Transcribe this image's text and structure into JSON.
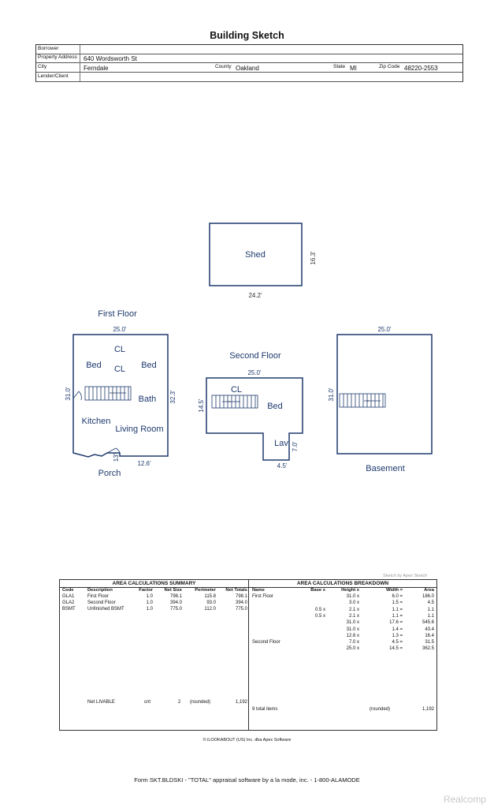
{
  "header": {
    "title": "Building Sketch",
    "borrower_label": "Borrower",
    "borrower": "",
    "address_label": "Property Address",
    "address": "640 Wordsworth St",
    "city_label": "City",
    "city": "Ferndale",
    "county_label": "County",
    "county": "Oakland",
    "state_label": "State",
    "state": "MI",
    "zip_label": "Zip Code",
    "zip": "48220-2553",
    "lender_label": "Lender/Client",
    "lender": ""
  },
  "sketch": {
    "shed": {
      "name": "Shed",
      "width": "24.2'",
      "depth": "16.3'"
    },
    "first_floor": {
      "title": "First Floor",
      "top": "25.0'",
      "left": "31.0'",
      "right": "32.3'",
      "bottom": "12.6'",
      "porch_dim": "13'",
      "rooms": [
        "CL",
        "Bed",
        "CL",
        "Bed",
        "Bath",
        "Kitchen",
        "Living Room"
      ],
      "porch": "Porch"
    },
    "second_floor": {
      "title": "Second Floor",
      "top": "25.0'",
      "left": "14.5'",
      "lav_w": "4.5'",
      "lav_d": "7.0'",
      "rooms": [
        "CL",
        "Bed",
        "Lav"
      ]
    },
    "basement": {
      "title": "Basement",
      "top": "25.0'",
      "left": "31.0'"
    }
  },
  "credit": "Sketch by Apex Sketch",
  "summary": {
    "title": "AREA CALCULATIONS SUMMARY",
    "columns": [
      "Code",
      "Description",
      "Factor",
      "Net Size",
      "Perimeter",
      "Net Totals"
    ],
    "rows": [
      [
        "GLA1",
        "First Floor",
        "1.0",
        "798.1",
        "115.8",
        "798.1"
      ],
      [
        "GLA2",
        "Second Floor",
        "1.0",
        "394.0",
        "93.0",
        "394.0"
      ],
      [
        "BSMT",
        "Unfinished BSMT",
        "1.0",
        "775.0",
        "112.0",
        "775.0"
      ]
    ],
    "net_label": "Net LIVABLE",
    "cnt_label": "cnt",
    "cnt": "2",
    "rounded": "(rounded)",
    "net_total": "1,192"
  },
  "breakdown": {
    "title": "AREA CALCULATIONS BREAKDOWN",
    "columns": [
      "Name",
      "Base  x",
      "Height  x",
      "Width  =",
      "Area"
    ],
    "rows": [
      [
        "First Floor",
        "",
        "31.0  x",
        "6.0  =",
        "186.0"
      ],
      [
        "",
        "",
        "3.0  x",
        "1.5  =",
        "4.5"
      ],
      [
        "",
        "0.5  x",
        "2.1  x",
        "1.1  =",
        "1.1"
      ],
      [
        "",
        "0.5  x",
        "2.1  x",
        "1.1  =",
        "1.1"
      ],
      [
        "",
        "",
        "31.0  x",
        "17.6  =",
        "545.6"
      ],
      [
        "",
        "",
        "31.0  x",
        "1.4  =",
        "43.4"
      ],
      [
        "",
        "",
        "12.6  x",
        "1.3  =",
        "16.4"
      ],
      [
        "Second Floor",
        "",
        "7.0  x",
        "4.5  =",
        "31.5"
      ],
      [
        "",
        "",
        "25.0  x",
        "14.5  =",
        "362.5"
      ]
    ],
    "items_label": "9 total items",
    "rounded": "(rounded)",
    "total": "1,192"
  },
  "copyright": "© iLOOKABOUT (US) Inc. dba Apex Software",
  "footer": "Form SKT.BLDSKI - \"TOTAL\" appraisal software by a la mode, inc. - 1-800-ALAMODE",
  "watermark": "Realcomp",
  "colors": {
    "sketch_line": "#1e3a6e",
    "text": "#111111"
  }
}
